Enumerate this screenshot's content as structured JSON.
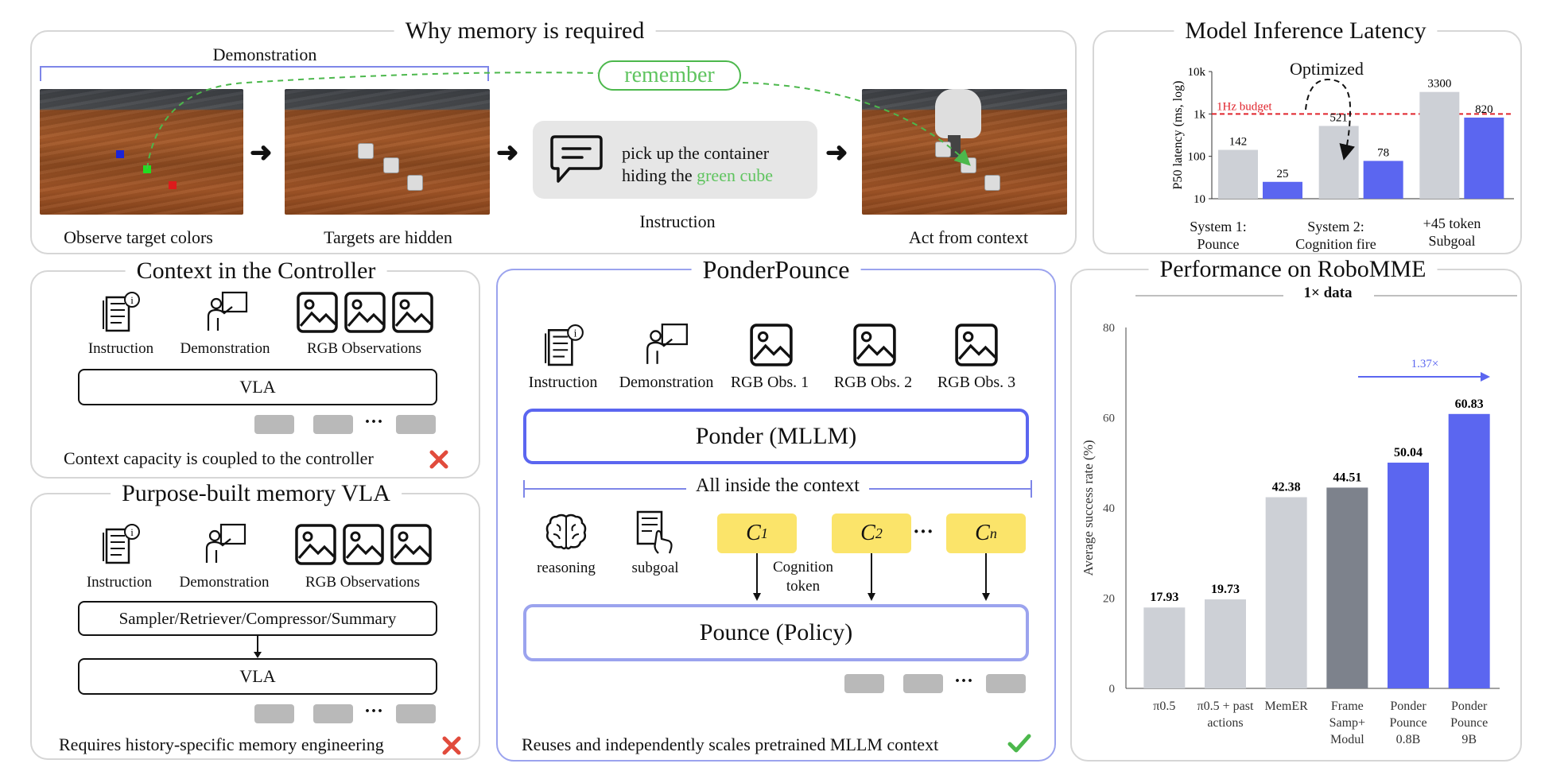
{
  "memory_panel": {
    "title": "Why memory is required",
    "demonstration_label": "Demonstration",
    "remember_label": "remember",
    "captions": [
      "Observe target colors",
      "Targets are hidden",
      "Instruction",
      "Act from context"
    ],
    "instruction_text_1": "pick up the container",
    "instruction_text_2a": "hiding the ",
    "instruction_text_2b": "green cube"
  },
  "latency_panel": {
    "title": "Model Inference Latency",
    "budget_label": "1Hz budget",
    "optimized_label": "Optimized",
    "categories": [
      [
        "System 1:",
        "Pounce"
      ],
      [
        "System 2:",
        "Cognition fire"
      ],
      [
        "+45 token",
        "Subgoal"
      ]
    ]
  },
  "controller_panel": {
    "title": "Context in the Controller",
    "icon_labels": [
      "Instruction",
      "Demonstration",
      "RGB Observations"
    ],
    "vla_label": "VLA",
    "ellipsis": "···",
    "footer": "Context capacity is coupled to the controller"
  },
  "purpose_panel": {
    "title": "Purpose-built memory VLA",
    "icon_labels": [
      "Instruction",
      "Demonstration",
      "RGB Observations"
    ],
    "sampler_label": "Sampler/Retriever/Compressor/Summary",
    "vla_label": "VLA",
    "ellipsis": "···",
    "footer": "Requires history-specific memory engineering"
  },
  "ponder_panel": {
    "title": "PonderPounce",
    "icon_labels": [
      "Instruction",
      "Demonstration",
      "RGB Obs. 1",
      "RGB Obs. 2",
      "RGB Obs. 3"
    ],
    "ponder_label": "Ponder (MLLM)",
    "context_label": "All inside the context",
    "reasoning_label": "reasoning",
    "subgoal_label": "subgoal",
    "tokens": [
      "C",
      "C",
      "C"
    ],
    "token_subs": [
      "1",
      "2",
      "n"
    ],
    "token_ellipsis": "···",
    "cognition_label_1": "Cognition",
    "cognition_label_2": "token",
    "pounce_label": "Pounce (Policy)",
    "ellipsis": "···",
    "footer": "Reuses and independently scales pretrained MLLM context"
  },
  "performance_panel": {
    "title": "Performance on RoboMME",
    "subtitle": "1× data",
    "speedup_label": "1.37×",
    "category_lines": [
      [
        "π0.5"
      ],
      [
        "π0.5 + past",
        "actions"
      ],
      [
        "MemER"
      ],
      [
        "Frame",
        "Samp+",
        "Modul"
      ],
      [
        "Ponder",
        "Pounce",
        "0.8B"
      ],
      [
        "Ponder",
        "Pounce",
        "9B"
      ]
    ]
  },
  "chart_data": [
    {
      "type": "bar",
      "title": "Model Inference Latency",
      "ylabel": "P50 latency (ms, log)",
      "yscale": "log",
      "ylim": [
        10,
        10000
      ],
      "yticks": [
        10,
        100,
        1000,
        10000
      ],
      "ytick_labels": [
        "10",
        "100",
        "1k",
        "10k"
      ],
      "categories": [
        "System 1: Pounce",
        "System 2: Cognition fire",
        "+45 token Subgoal"
      ],
      "series": [
        {
          "values": [
            142,
            521,
            3300
          ],
          "color": "#cdd0d6"
        },
        {
          "values": [
            25,
            78,
            820
          ],
          "color": "#5b66f0"
        }
      ],
      "reference_line": {
        "value": 1000,
        "label": "1Hz budget",
        "color": "#e0242c"
      }
    },
    {
      "type": "bar",
      "title": "Performance on RoboMME",
      "subtitle": "1× data",
      "ylabel": "Average success rate (%)",
      "ylim": [
        0,
        80
      ],
      "yticks": [
        0,
        20,
        40,
        60,
        80
      ],
      "categories": [
        "π0.5",
        "π0.5 + past actions",
        "MemER",
        "Frame Samp+ Modul",
        "Ponder Pounce 0.8B",
        "Ponder Pounce 9B"
      ],
      "values": [
        17.93,
        19.73,
        42.38,
        44.51,
        50.04,
        60.83
      ],
      "value_labels": [
        "17.93",
        "19.73",
        "42.38",
        "44.51",
        "50.04",
        "60.83"
      ],
      "colors": [
        "#cdd0d6",
        "#cdd0d6",
        "#cdd0d6",
        "#7d828c",
        "#5b66f0",
        "#5b66f0"
      ]
    }
  ]
}
